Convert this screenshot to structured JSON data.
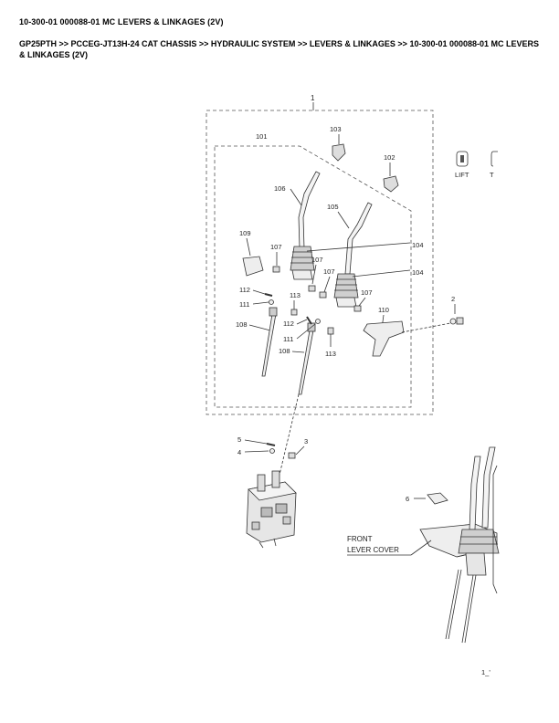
{
  "header": {
    "title": "10-300-01 000088-01 MC LEVERS & LINKAGES (2V)",
    "breadcrumb": "GP25PTH >> PCCEG-JT13H-24 CAT CHASSIS >> HYDRAULIC SYSTEM >> LEVERS & LINKAGES >> 10-300-01 000088-01 MC LEVERS & LINKAGES (2V)"
  },
  "diagram": {
    "callouts": {
      "c1": "1",
      "c2": "2",
      "c3": "3",
      "c4": "4",
      "c5": "5",
      "c6": "6",
      "c101": "101",
      "c102": "102",
      "c103": "103",
      "c104a": "104",
      "c104b": "104",
      "c105": "105",
      "c106": "106",
      "c107a": "107",
      "c107b": "107",
      "c107c": "107",
      "c107d": "107",
      "c108a": "108",
      "c108b": "108",
      "c109": "109",
      "c110": "110",
      "c111a": "111",
      "c111b": "111",
      "c112a": "112",
      "c112b": "112",
      "c113a": "113",
      "c113b": "113"
    },
    "decals": {
      "lift": "LIFT",
      "tilt_partial": "T"
    },
    "front_label_1": "FRONT",
    "front_label_2": "LEVER COVER",
    "page_code": "1_'"
  }
}
